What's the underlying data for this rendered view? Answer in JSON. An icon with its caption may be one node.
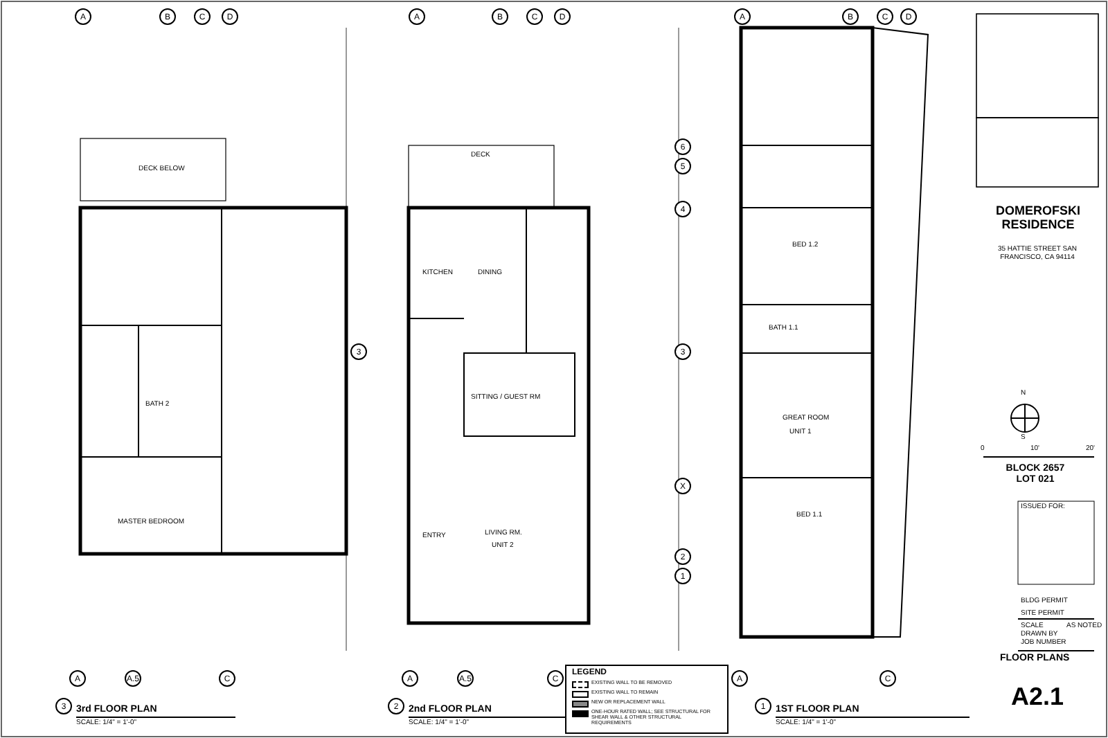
{
  "diagram": {
    "labels": [
      "DOMEROFSKI RESIDENCE",
      "35 HATTIE STREET SAN FRANCISCO, CA 94114",
      "BLOCK 2657 LOT 021",
      "ISSUED FOR:",
      "BLDG PERMIT",
      "SITE PERMIT",
      "SCALE",
      "AS NOTED",
      "DRAWN BY",
      "JOB NUMBER",
      "FLOOR PLANS",
      "A2.1",
      "N",
      "S",
      "0",
      "10'",
      "20'",
      "3",
      "3rd FLOOR PLAN",
      "2",
      "2nd FLOOR PLAN",
      "1",
      "1ST FLOOR PLAN",
      "SCALE: 1/4\" = 1'-0\"",
      "SCALE: 1/4\" = 1'-0\"",
      "SCALE: 1/4\" = 1'-0\"",
      "LEGEND",
      "DECK BELOW",
      "MASTER BEDROOM",
      "BATH 2",
      "DECK",
      "KITCHEN",
      "DINING",
      "SITTING / GUEST RM",
      "ENTRY",
      "LIVING RM.",
      "UNIT 2",
      "BED 1.2",
      "BATH 1.1",
      "GREAT ROOM",
      "UNIT 1",
      "BED 1.1",
      "A",
      "B",
      "C",
      "D",
      "A",
      "B",
      "C",
      "D",
      "A",
      "B",
      "C",
      "D",
      "A",
      "A.5",
      "C",
      "A",
      "A.5",
      "C",
      "A",
      "C",
      "3",
      "6",
      "5",
      "4",
      "3",
      "X",
      "2",
      "1"
    ],
    "legend": [
      {
        "text": "EXISTING WALL TO BE REMOVED"
      },
      {
        "text": "EXISTING WALL TO REMAIN"
      },
      {
        "text": "NEW OR REPLACEMENT WALL"
      },
      {
        "text": "ONE-HOUR RATED WALL; SEE STRUCTURAL FOR SHEAR WALL & OTHER STRUCTURAL REQUIREMENTS"
      }
    ]
  }
}
